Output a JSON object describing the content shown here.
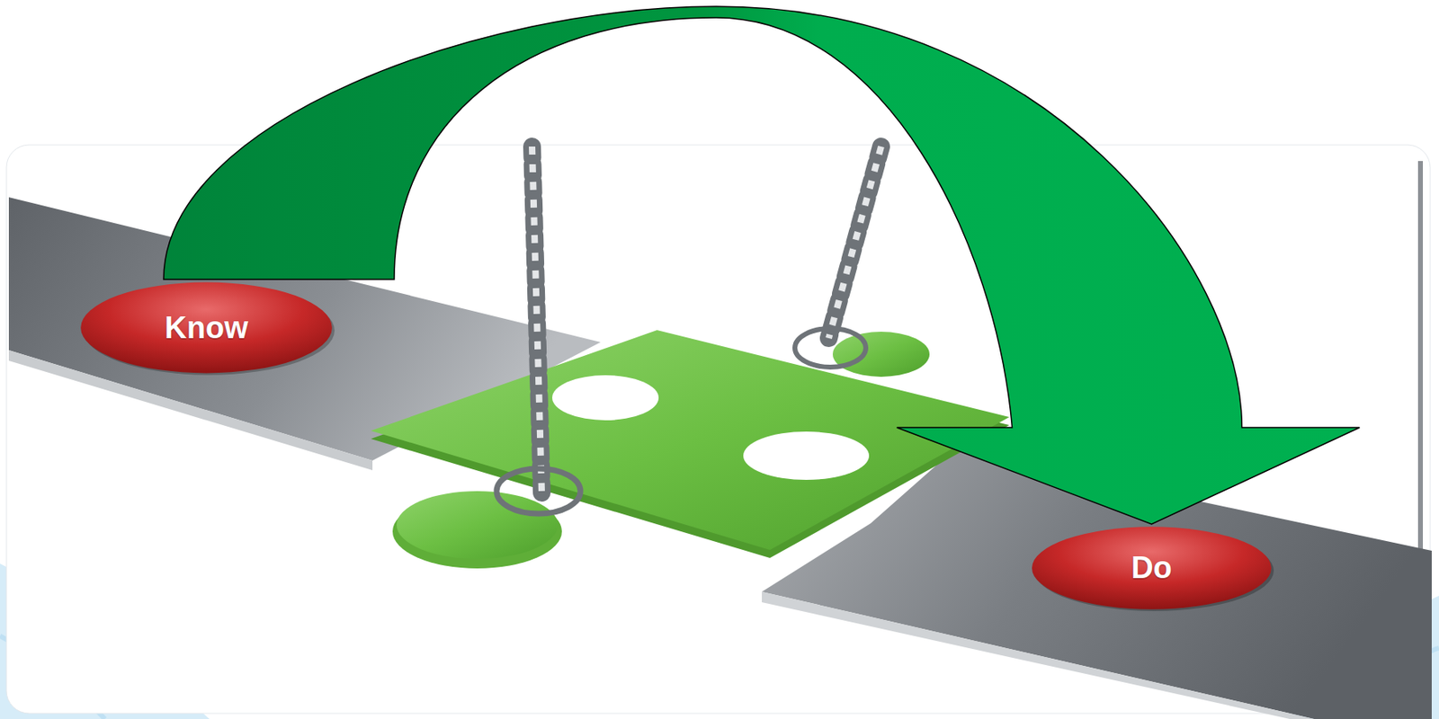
{
  "diagram": {
    "nodes": [
      {
        "text": [
          "Know"
        ]
      },
      {
        "text": [
          "Do"
        ]
      }
    ],
    "edges": [
      {
        "from": 0,
        "to": 1,
        "arrow": "to"
      }
    ]
  }
}
